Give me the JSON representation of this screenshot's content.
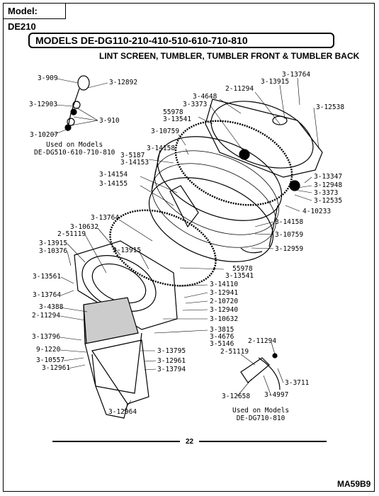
{
  "model_tab": "Model: DE210",
  "header_title": "MODELS DE-DG110-210-410-510-610-710-810",
  "subtitle": "LINT SCREEN, TUMBLER, TUMBLER FRONT & TUMBLER BACK",
  "notes": {
    "upper_left": [
      "Used on Models",
      "DE-DG510-610-710-810"
    ],
    "lower_right": [
      "Used on Models",
      "DE-DG710-810"
    ]
  },
  "page_number": "22",
  "footer_code": "MA59B9",
  "part_labels": [
    "3-909",
    "3-12892",
    "3-12903",
    "3-910",
    "3-10207",
    "3-13764",
    "2-11294",
    "3-13915",
    "3-4648",
    "3-3373",
    "3-12538",
    "55978",
    "3-13541",
    "3-10759",
    "3-14158",
    "3-5187",
    "3-14153",
    "3-13347",
    "3-12948",
    "3-3373",
    "3-12535",
    "3-14154",
    "3-14155",
    "4-10233",
    "3-14158",
    "3-10759",
    "3-12959",
    "3-13764",
    "3-10632",
    "2-51119",
    "3-13915",
    "3-10376",
    "3-13915",
    "55978",
    "3-13541",
    "3-13561",
    "3-14110",
    "3-13764",
    "3-12941",
    "2-10720",
    "3-4388",
    "3-12940",
    "2-11294",
    "3-10632",
    "3-3815",
    "3-4676",
    "3-5146",
    "3-13796",
    "9-1220",
    "3-13795",
    "3-10557",
    "3-12961",
    "3-12961",
    "3-13794",
    "2-11294",
    "2-51119",
    "3-3711",
    "3-12658",
    "3-4997",
    "3-12964"
  ]
}
